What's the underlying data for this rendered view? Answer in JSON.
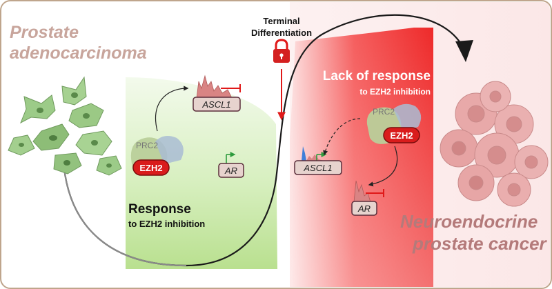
{
  "left_title": {
    "line1": "Prostate",
    "line2": "adenocarcinoma"
  },
  "right_title": {
    "line1": "Neuroendocrine",
    "line2": "prostate cancer"
  },
  "terminal": {
    "line1": "Terminal",
    "line2": "Differentiation"
  },
  "response": {
    "title": "Response",
    "subtitle": "to EZH2 inhibition"
  },
  "lack_response": {
    "title": "Lack of response",
    "subtitle": "to EZH2 inhibition"
  },
  "labels": {
    "ascl1": "ASCL1",
    "ar": "AR",
    "prc2": "PRC2",
    "ezh2": "EZH2"
  },
  "icons": {
    "lock": "lock-icon",
    "adeno_cells": "adenocarcinoma-cells-illustration",
    "nepc_cells": "neuroendocrine-cells-illustration"
  },
  "colors": {
    "green_panel": "#c7e8a8",
    "red_panel": "#f03a3a",
    "ezh2_fill": "#d91c1c",
    "gene_box": "#e8d5d0",
    "gene_box_border": "#5a2d3a",
    "title_pink": "#c8a59c",
    "nepc_title": "#b47a7a"
  }
}
